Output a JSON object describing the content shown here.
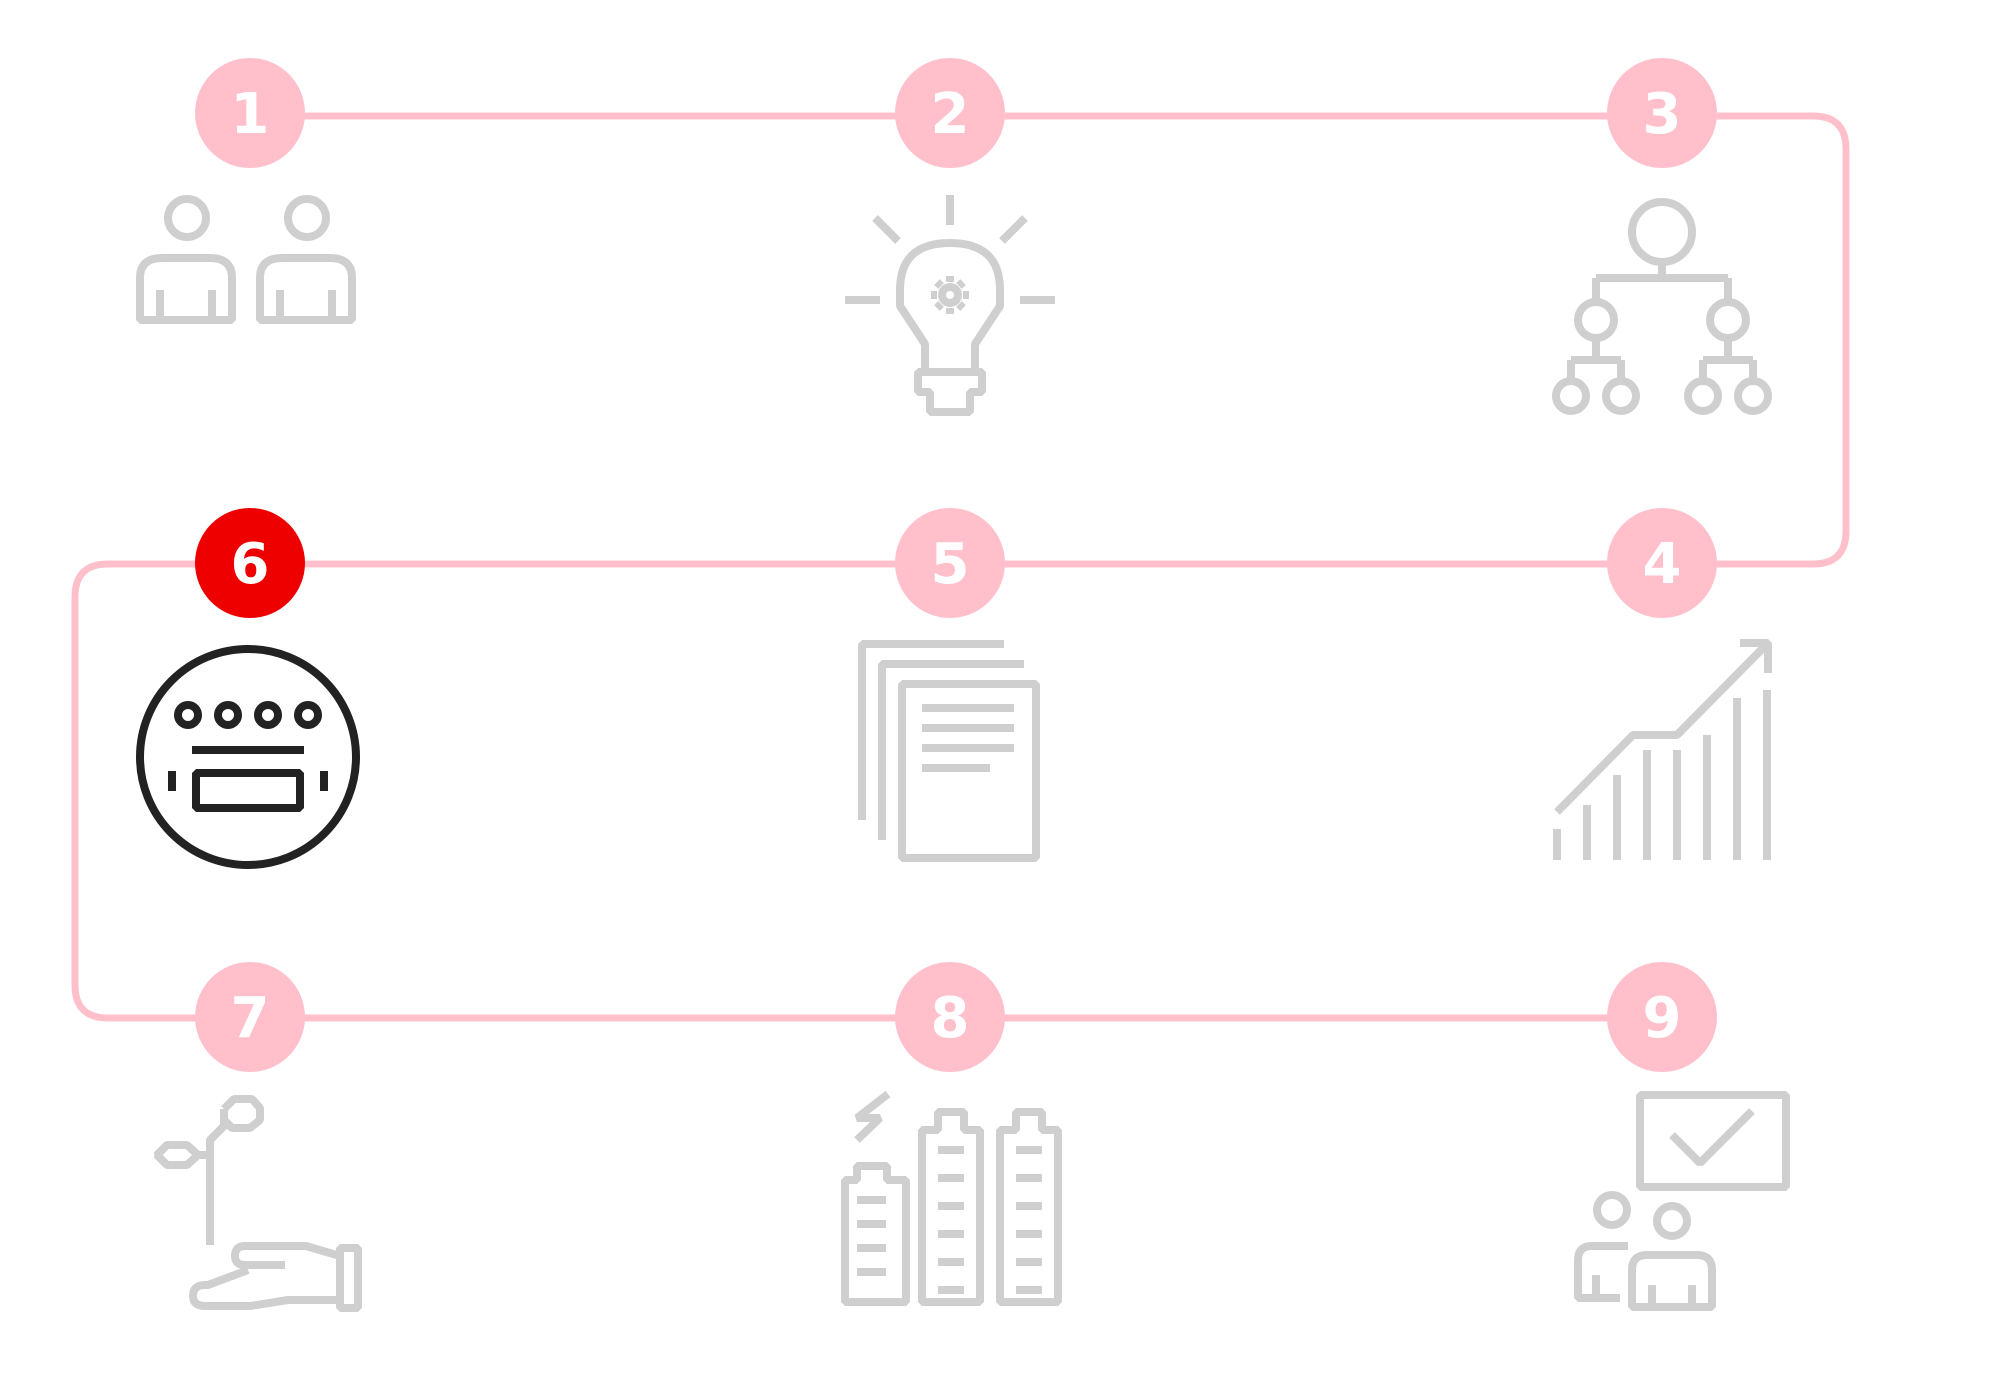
{
  "steps": [
    {
      "number": "1",
      "icon": "users-icon",
      "active": false
    },
    {
      "number": "2",
      "icon": "lightbulb-icon",
      "active": false
    },
    {
      "number": "3",
      "icon": "hierarchy-icon",
      "active": false
    },
    {
      "number": "4",
      "icon": "growth-chart-icon",
      "active": false
    },
    {
      "number": "5",
      "icon": "documents-icon",
      "active": false
    },
    {
      "number": "6",
      "icon": "meter-icon",
      "active": true
    },
    {
      "number": "7",
      "icon": "hand-plant-icon",
      "active": false
    },
    {
      "number": "8",
      "icon": "batteries-icon",
      "active": false
    },
    {
      "number": "9",
      "icon": "presentation-icon",
      "active": false
    }
  ],
  "colors": {
    "path": "#ffc0cb",
    "badge": "#ffc0cb",
    "badge_active": "#ee0000",
    "icon": "#cfcfcf",
    "icon_active": "#222222",
    "number_text": "#ffffff"
  }
}
